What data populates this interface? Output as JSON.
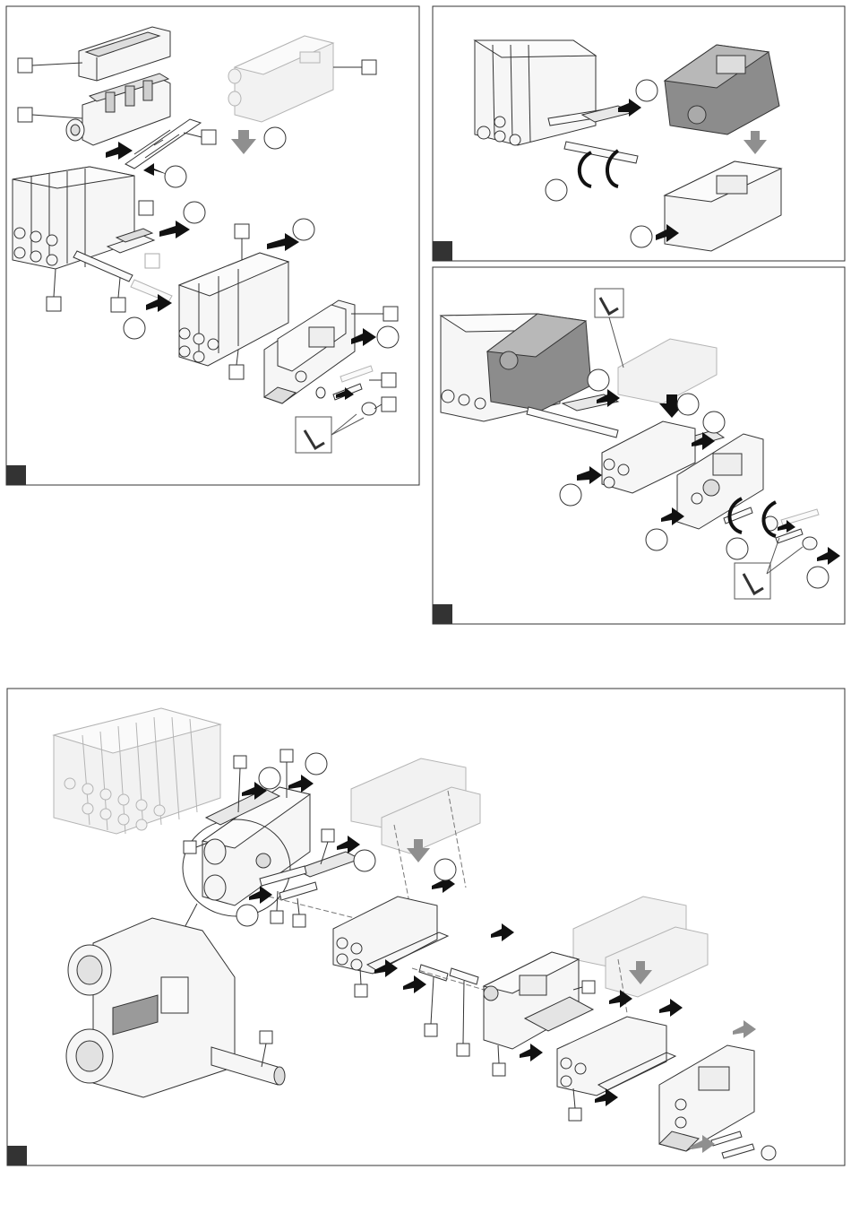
{
  "page": {
    "background": "#ffffff"
  },
  "colors": {
    "ink": "#1a1a1a",
    "line": "#333333",
    "part_fill": "#f6f6f6",
    "part_shade": "#d4d4d4",
    "part_dark": "#7a7a7a",
    "faded": "#b4b4b4",
    "faded_fill": "#f2f2f2",
    "arrow": "#111111",
    "arrow_grey": "#8f8f8f",
    "corner_tab": "#333333",
    "callout_box": "#ffffff"
  },
  "icons": [
    "hex-key-icon",
    "push-arrow-icon",
    "rotate-arrow-icon",
    "callout-box-icon",
    "callout-circle-icon"
  ],
  "panels": [
    {
      "id": "panel-1",
      "label": ""
    },
    {
      "id": "panel-2",
      "label": ""
    },
    {
      "id": "panel-3",
      "label": ""
    },
    {
      "id": "panel-4",
      "label": ""
    }
  ]
}
